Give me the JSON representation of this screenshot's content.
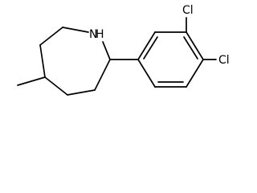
{
  "molecule": {
    "atom_labels": {
      "nitrogen": "N",
      "nitrogen_h": "H",
      "chlorine_top": "Cl",
      "chlorine_right": "Cl"
    },
    "line_color": "#000000",
    "background_color": "#ffffff"
  }
}
